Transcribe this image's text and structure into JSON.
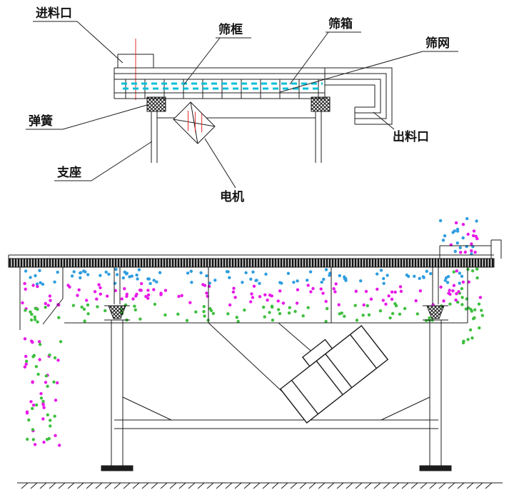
{
  "diagram": {
    "labels": {
      "feed_inlet": "进料口",
      "screen_frame": "筛框",
      "screen_box": "筛箱",
      "screen_mesh": "筛网",
      "spring": "弹簧",
      "support": "支座",
      "motor": "电机",
      "discharge": "出料口"
    },
    "colors": {
      "line": "#1c1c1c",
      "red": "#e03030",
      "mesh": "#00c0d8",
      "dot_blue": "#2f9de0",
      "dot_magenta": "#e818e8",
      "dot_green": "#3fbf3f"
    }
  }
}
